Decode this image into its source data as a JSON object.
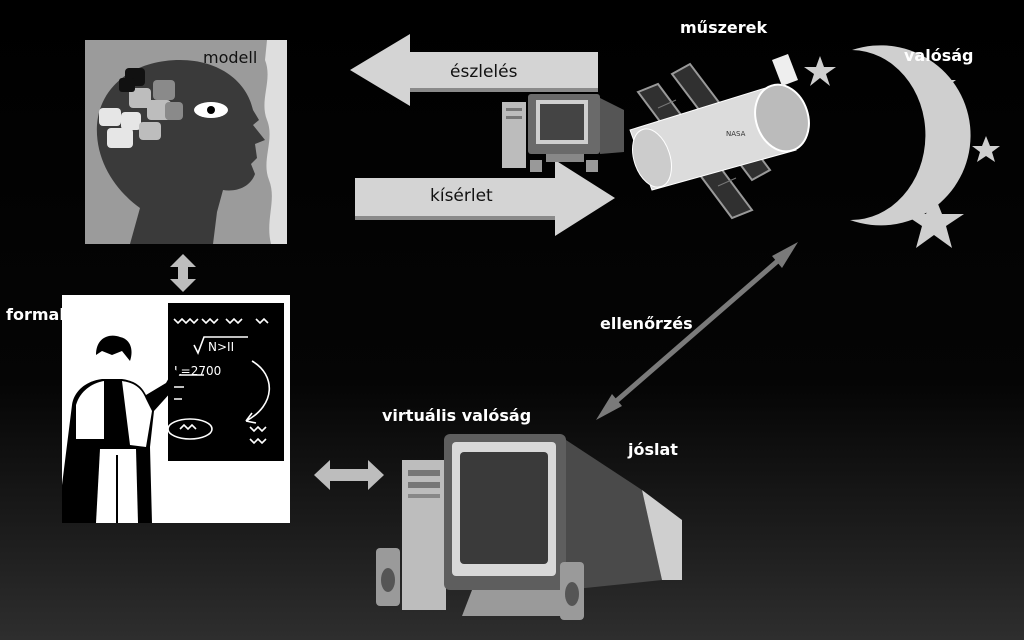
{
  "labels": {
    "modell": "modell",
    "eszleles": "észlelés",
    "kiserlet": "kísérlet",
    "muszerek": "műszerek",
    "valosag": "valóság",
    "formalizalt": "formalizált leírás",
    "ellenorzes": "ellenőrzés",
    "virtualis": "virtuális valóság",
    "joslat": "jóslat"
  },
  "icons": {
    "head": "human-head-puzzle-icon",
    "teacher": "teacher-at-blackboard-icon",
    "satellite": "space-telescope-icon",
    "moon": "crescent-moon-stars-icon",
    "computer_small": "desktop-computer-icon",
    "computer_large": "desktop-computer-icon"
  },
  "colors": {
    "background": "#000000",
    "arrow_fill": "#d4d4d4",
    "diagonal_arrow": "#7a7a7a",
    "label": "#ffffff"
  }
}
